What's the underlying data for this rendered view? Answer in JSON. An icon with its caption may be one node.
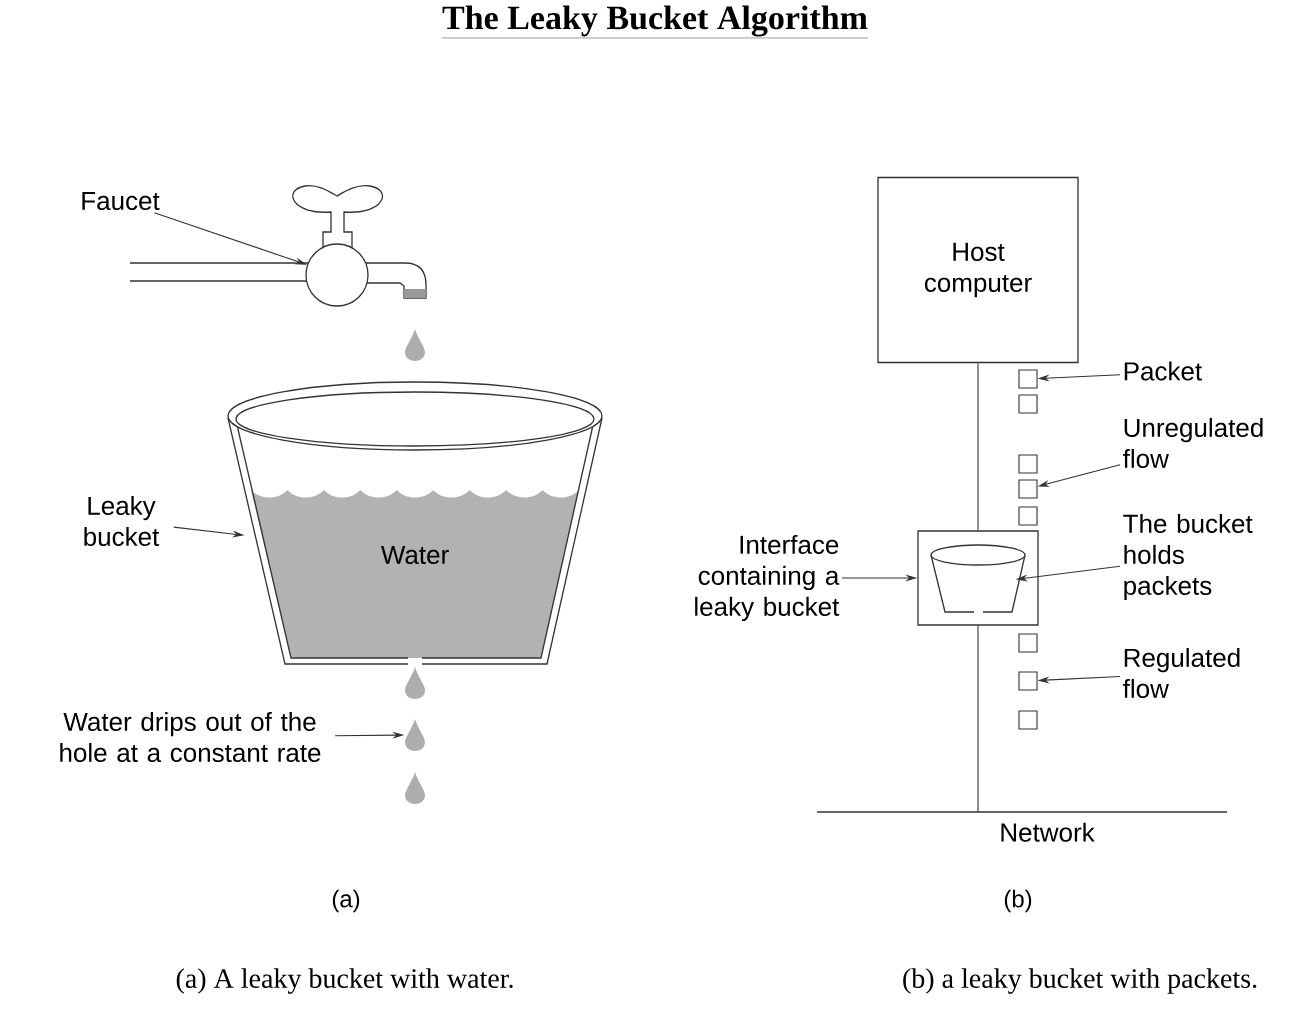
{
  "diagram": {
    "title": "The Leaky Bucket Algorithm",
    "nodes": [
      {
        "text": [
          "Faucet"
        ]
      },
      {
        "text": [],
        "shape": "picture"
      },
      {
        "text": [],
        "shape": "drop"
      },
      {
        "text": [
          "Leaky bucket"
        ]
      },
      {
        "text": [
          "Water"
        ]
      },
      {
        "text": [],
        "shape": "drop"
      },
      {
        "text": [
          "Water drips out of the hole at a constant rate"
        ]
      },
      {
        "text": [],
        "shape": "drop"
      },
      {
        "text": [],
        "shape": "drop"
      },
      {
        "text": [
          "Host computer"
        ]
      },
      {
        "text": [
          "Packet"
        ]
      },
      {
        "text": [],
        "shape": "box"
      },
      {
        "text": [],
        "shape": "box"
      },
      {
        "text": [
          "Unregulated flow"
        ]
      },
      {
        "text": [],
        "shape": "box"
      },
      {
        "text": [],
        "shape": "box"
      },
      {
        "text": [],
        "shape": "box"
      },
      {
        "text": [
          "The bucket holds packets"
        ]
      },
      {
        "text": [
          "Interface containing a leaky bucket"
        ]
      },
      {
        "text": [],
        "shape": "box"
      },
      {
        "text": [],
        "shape": "picture",
        "in": 19
      },
      {
        "text": [
          "Regulated flow"
        ]
      },
      {
        "text": [],
        "shape": "box"
      },
      {
        "text": [],
        "shape": "box"
      },
      {
        "text": [],
        "shape": "box"
      },
      {
        "text": [
          "Network"
        ]
      }
    ],
    "edges": [
      {
        "from": 0,
        "to": 1,
        "arrow": "to"
      },
      {
        "from": 3,
        "to": 4,
        "arrow": "to"
      },
      {
        "from": 6,
        "to": 7,
        "arrow": "to"
      },
      {
        "from": 10,
        "to": 11,
        "arrow": "to"
      },
      {
        "from": 13,
        "to": 15,
        "arrow": "to"
      },
      {
        "from": 17,
        "to": 20,
        "arrow": "to"
      },
      {
        "from": 18,
        "to": 19,
        "arrow": "to"
      },
      {
        "from": 21,
        "to": 23,
        "arrow": "to"
      },
      {
        "from": 9,
        "to": 19,
        "arrow": "none"
      },
      {
        "from": 19,
        "to": 25,
        "arrow": "none"
      }
    ],
    "labels": [
      "(a)",
      "(b)",
      "(a) A leaky bucket with water.",
      "(b) a leaky bucket with packets."
    ]
  }
}
